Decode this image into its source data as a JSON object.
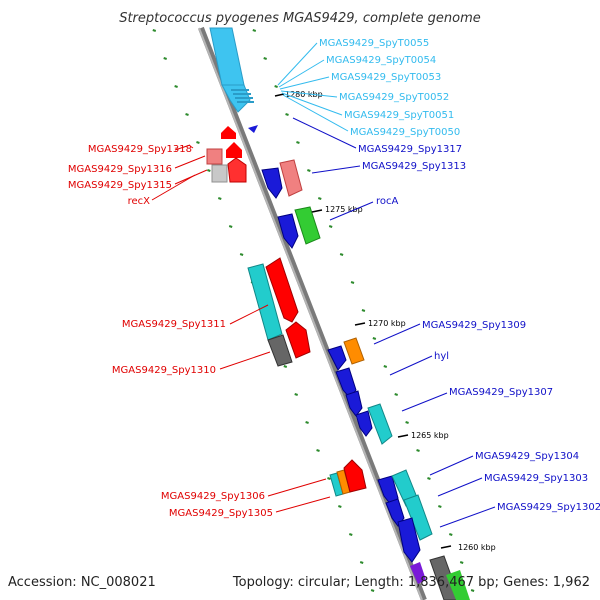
{
  "title": "Streptococcus pyogenes MGAS9429, complete genome",
  "footer": {
    "accession": "Accession: NC_008021",
    "summary": "Topology: circular; Length: 1,836,467 bp; Genes: 1,962"
  },
  "colors": {
    "backbone": "#888888",
    "minor_tick": "#2e8b2e",
    "label_cyan": "#33bbee",
    "label_blue": "#1010c8",
    "label_red": "#e00000"
  },
  "scale_labels": [
    "1280 kbp",
    "1275 kbp",
    "1270 kbp",
    "1265 kbp",
    "1260 kbp"
  ],
  "labels": {
    "right_cyan": [
      "MGAS9429_SpyT0055",
      "MGAS9429_SpyT0054",
      "MGAS9429_SpyT0053",
      "MGAS9429_SpyT0052",
      "MGAS9429_SpyT0051",
      "MGAS9429_SpyT0050"
    ],
    "right_blue": [
      "MGAS9429_Spy1317",
      "MGAS9429_Spy1313",
      "rocA",
      "MGAS9429_Spy1309",
      "hyl",
      "MGAS9429_Spy1307",
      "MGAS9429_Spy1304",
      "MGAS9429_Spy1303",
      "MGAS9429_Spy1302"
    ],
    "left_red": [
      "MGAS9429_Spy1318",
      "MGAS9429_Spy1316",
      "MGAS9429_Spy1315",
      "recX",
      "MGAS9429_Spy1311",
      "MGAS9429_Spy1310",
      "MGAS9429_Spy1306",
      "MGAS9429_Spy1305"
    ]
  }
}
